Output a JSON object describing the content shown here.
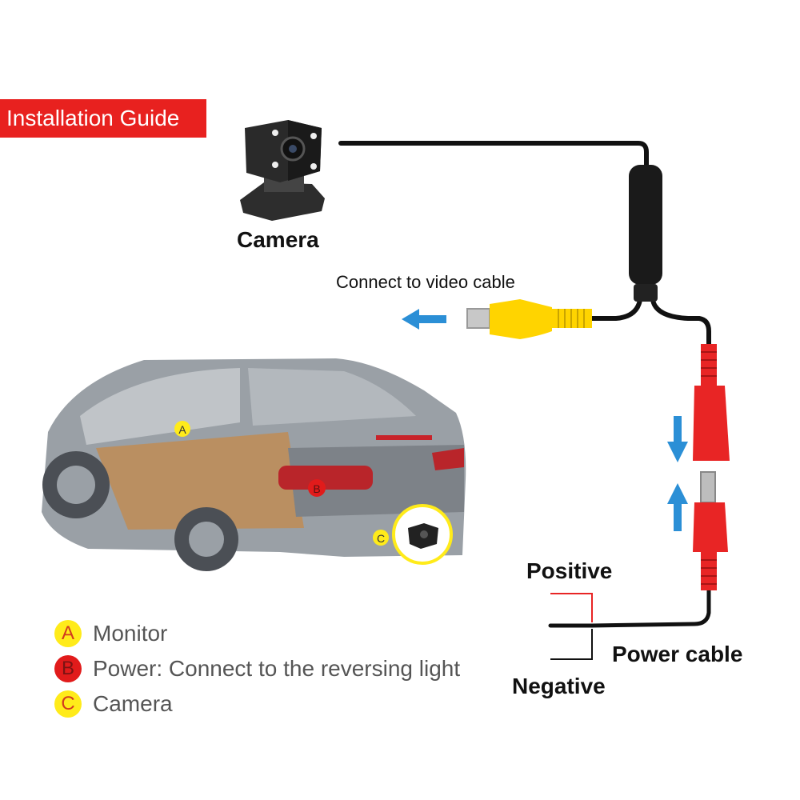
{
  "title": "Installation Guide",
  "labels": {
    "camera": "Camera",
    "video": "Connect to video cable",
    "positive": "Positive",
    "negative": "Negative",
    "power_cable": "Power cable"
  },
  "car_markers": {
    "a": "A",
    "b": "B",
    "c": "C"
  },
  "legend": [
    {
      "letter": "A",
      "text": "Monitor",
      "color": "#ffeb1a"
    },
    {
      "letter": "B",
      "text": "Power: Connect to the reversing light",
      "color": "#e11b1b"
    },
    {
      "letter": "C",
      "text": "Camera",
      "color": "#ffeb1a"
    }
  ],
  "colors": {
    "banner": "#e8211f",
    "rca_connector": "#ffd400",
    "dc_connector": "#e82525",
    "arrow": "#2b8fd6",
    "cable": "#111111"
  },
  "icons": [
    "camera-icon",
    "car-illustration",
    "arrow-left-icon",
    "arrow-down-icon",
    "arrow-up-icon"
  ]
}
